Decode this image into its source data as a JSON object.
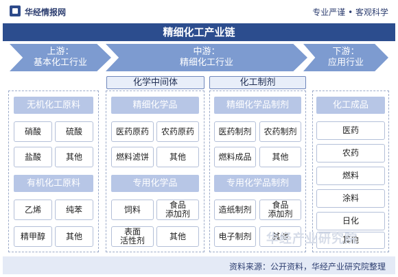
{
  "header": {
    "brand": "华经情报网",
    "slogan": "专业严谨 • 客观科学"
  },
  "title": "精细化工产业链",
  "stages": [
    {
      "line1": "上游：",
      "line2": "基本化工行业"
    },
    {
      "line1": "中游：",
      "line2": "精细化工行业"
    },
    {
      "line1": "下游：",
      "line2": "应用行业"
    }
  ],
  "tabs": {
    "intermediate": "化学中间体",
    "formulation": "化工制剂"
  },
  "upstream": {
    "inorganic": {
      "header": "无机化工原料",
      "items": [
        "硝酸",
        "硫酸",
        "盐酸",
        "其他"
      ]
    },
    "organic": {
      "header": "有机化工原料",
      "items": [
        "乙烯",
        "纯苯",
        "精甲醇",
        "其他"
      ]
    }
  },
  "midstream_intermediate": {
    "fine": {
      "header": "精细化学品",
      "items": [
        "医药原药",
        "农药原药",
        "燃料滤饼",
        "其他"
      ]
    },
    "special": {
      "header": "专用化学品",
      "items": [
        "饲料",
        "食品\n添加剂",
        "表面\n活性剂",
        "其他"
      ]
    }
  },
  "midstream_formulation": {
    "fine": {
      "header": "精细化学品制剂",
      "items": [
        "医药制剂",
        "农药制剂",
        "燃料成品",
        "其他"
      ]
    },
    "special": {
      "header": "专用化学品制剂",
      "items": [
        "造纸制剂",
        "食品\n添加剂",
        "电子制剂",
        "其他"
      ]
    }
  },
  "downstream": {
    "header": "化工成品",
    "items": [
      "医药",
      "农药",
      "燃料",
      "涂料",
      "日化",
      "其他"
    ]
  },
  "watermark": "华经产业研究院",
  "footer": {
    "source": "资料来源：公开资料，华经产业研究院整理"
  }
}
